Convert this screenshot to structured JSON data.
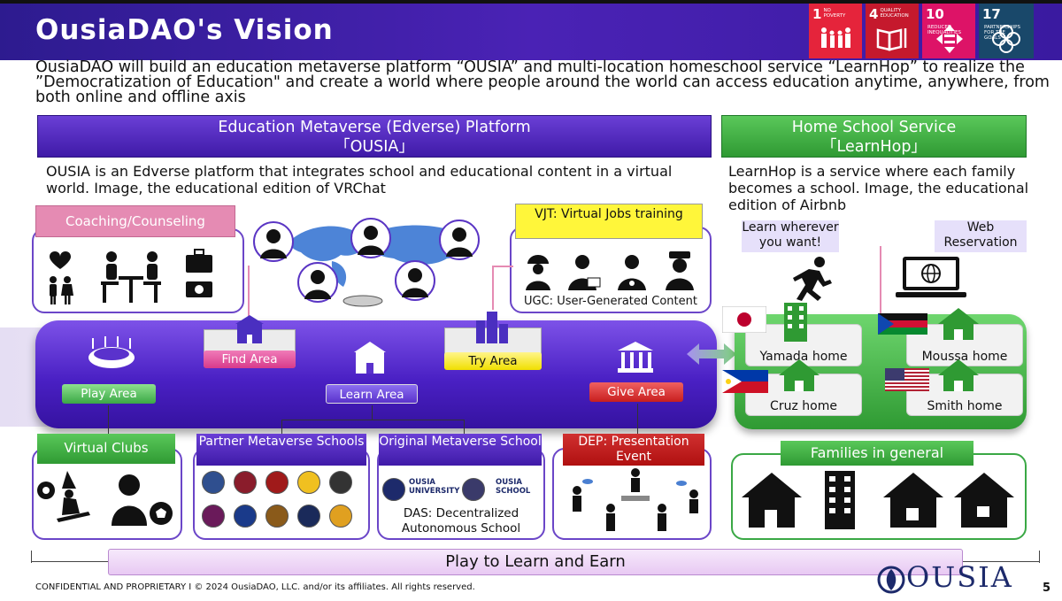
{
  "header": {
    "title": "OusiaDAO's Vision",
    "sdg": [
      {
        "num": "1",
        "label": "NO POVERTY",
        "color": "#e5243b"
      },
      {
        "num": "4",
        "label": "QUALITY EDUCATION",
        "color": "#c5192d"
      },
      {
        "num": "10",
        "label": "REDUCED INEQUALITIES",
        "color": "#dd1367"
      },
      {
        "num": "17",
        "label": "PARTNERSHIPS FOR THE GOALS",
        "color": "#19486a"
      }
    ]
  },
  "intro": "OusiaDAO will build an education metaverse platform “OUSIA” and multi-location homeschool service “LearnHop” to realize the ”Democratization of Education\" and create a world where people around the world can access education anytime, anywhere, from both online and offline axis",
  "ousia": {
    "header_line1": "Education Metaverse (Edverse) Platform",
    "header_line2": "「OUSIA」",
    "description": "OUSIA is an Edverse platform that integrates school and educational content in a virtual world. Image, the educational edition of VRChat",
    "coaching": "Coaching/Counseling",
    "vjt": "VJT: Virtual Jobs training",
    "ugc": "UGC: User-Generated Content",
    "areas": {
      "play": "Play Area",
      "find": "Find Area",
      "learn": "Learn Area",
      "try": "Try Area",
      "give": "Give Area"
    },
    "bottom": {
      "clubs": "Virtual Clubs",
      "partner": "Partner Metaverse Schools",
      "original": "Original Metaverse School",
      "university": "OUSIA UNIVERSITY",
      "school": "OUSIA SCHOOL",
      "das": "DAS: Decentralized Autonomous School",
      "dep": "DEP: Presentation Event"
    }
  },
  "learnhop": {
    "header_line1": "Home School Service",
    "header_line2": "「LearnHop」",
    "description": "LearnHop is a service where each family becomes a school. Image, the educational edition of Airbnb",
    "callout_learn": "Learn wherever you want!",
    "callout_web": "Web Reservation",
    "homes": {
      "yamada": "Yamada home",
      "moussa": "Moussa home",
      "cruz": "Cruz home",
      "smith": "Smith home"
    },
    "families": "Families in general"
  },
  "bottom_bar": "Play to Learn and Earn",
  "footer": "CONFIDENTIAL AND PROPRIETARY I © 2024 OusiaDAO, LLC. and/or its affiliates. All rights reserved.",
  "brand": "OUSIA",
  "page_number": "5",
  "colors": {
    "purple": "#4a20c4",
    "green": "#2f9a33",
    "pink": "#e58bb3"
  }
}
